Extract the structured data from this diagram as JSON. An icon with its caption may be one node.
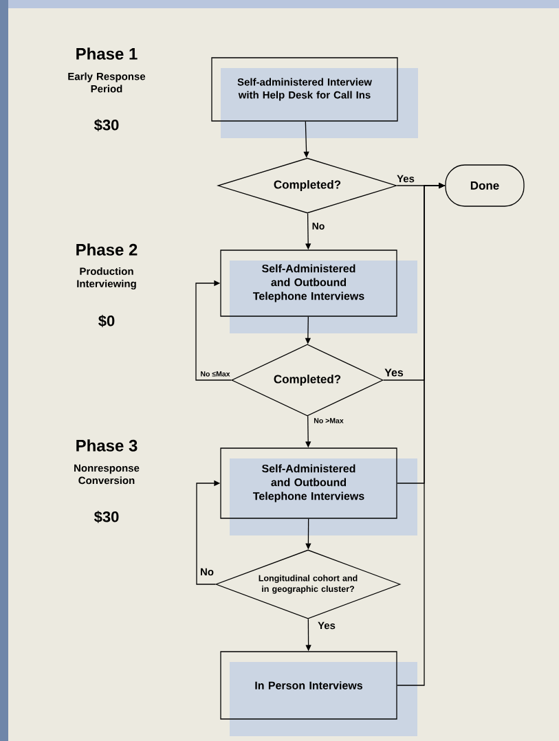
{
  "diagram": {
    "nodes": [
      {
        "text": [
          "Self-administered Interview with Help Desk for Call Ins"
        ]
      },
      {
        "text": [
          "Completed?"
        ]
      },
      {
        "text": [
          "Done"
        ]
      },
      {
        "text": [
          "Self-Administered and Outbound Telephone Interviews"
        ]
      },
      {
        "text": [
          "Completed?"
        ]
      },
      {
        "text": [
          "Self-Administered and Outbound Telephone Interviews"
        ]
      },
      {
        "text": [
          "Longitudinal cohort and in geographic cluster?"
        ]
      },
      {
        "text": [
          "In Person Interviews"
        ]
      }
    ],
    "edges": [
      {
        "from": 0,
        "to": 1,
        "arrow": "to"
      },
      {
        "from": 1,
        "to": 2,
        "arrow": "to",
        "label": "Yes"
      },
      {
        "from": 1,
        "to": 3,
        "arrow": "to",
        "label": "No"
      },
      {
        "from": 3,
        "to": 4,
        "arrow": "to"
      },
      {
        "from": 4,
        "to": 3,
        "arrow": "to",
        "label": "No ≤Max"
      },
      {
        "from": 4,
        "to": 2,
        "arrow": "to",
        "label": "Yes"
      },
      {
        "from": 4,
        "to": 5,
        "arrow": "to",
        "label": "No >Max"
      },
      {
        "from": 5,
        "to": 2,
        "arrow": "to"
      },
      {
        "from": 5,
        "to": 6,
        "arrow": "to"
      },
      {
        "from": 6,
        "to": 5,
        "arrow": "to",
        "label": "No"
      },
      {
        "from": 6,
        "to": 7,
        "arrow": "to",
        "label": "Yes"
      },
      {
        "from": 7,
        "to": 2,
        "arrow": "none"
      }
    ],
    "labels": [
      "Phase 1",
      "Early Response Period",
      "$30",
      "Phase 2",
      "Production Interviewing",
      "$0",
      "Phase 3",
      "Nonresponse Conversion",
      "$30"
    ]
  }
}
